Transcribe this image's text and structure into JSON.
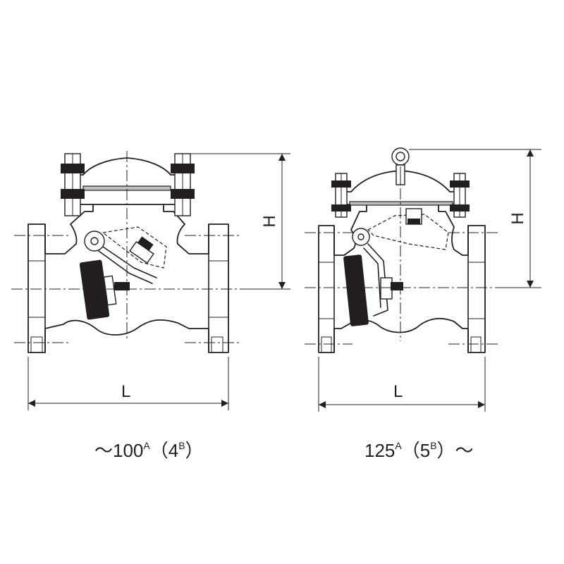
{
  "left_view": {
    "dimension_length": "L",
    "dimension_height": "H",
    "caption": {
      "prefix": "～100",
      "sup_a": "A",
      "mid": "（4",
      "sup_b": "B",
      "suffix": "）"
    }
  },
  "right_view": {
    "dimension_length": "L",
    "dimension_height": "H",
    "caption": {
      "prefix": "125",
      "sup_a": "A",
      "mid": "（5",
      "sup_b": "B",
      "suffix": "）～"
    }
  },
  "colors": {
    "line": "#231f20",
    "background": "#ffffff"
  }
}
